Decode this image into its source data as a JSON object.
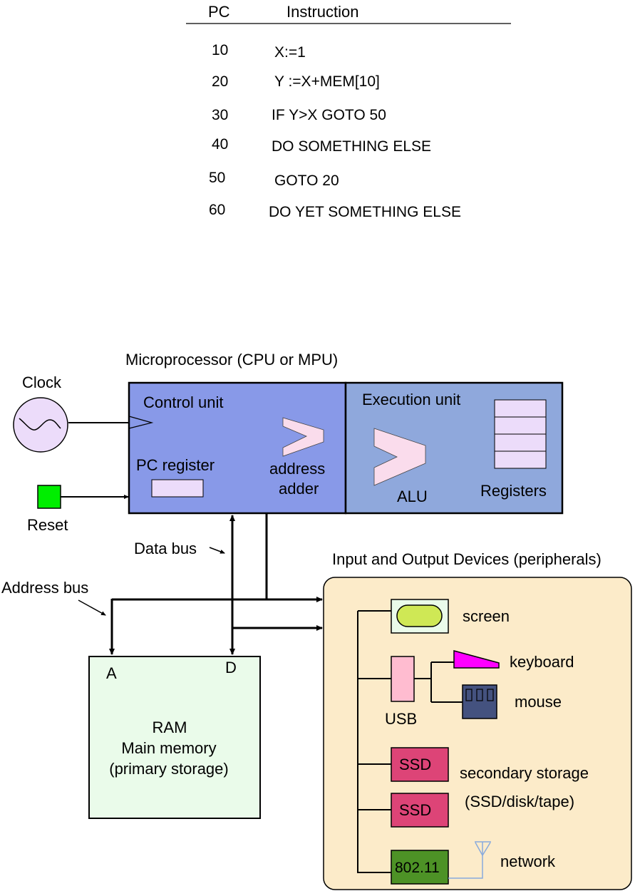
{
  "program_table": {
    "headers": {
      "pc": "PC",
      "instruction": "Instruction"
    },
    "rows": [
      {
        "pc": "10",
        "instruction": "X:=1"
      },
      {
        "pc": "20",
        "instruction": "Y :=X+MEM[10]"
      },
      {
        "pc": "30",
        "instruction": "IF Y>X GOTO 50"
      },
      {
        "pc": "40",
        "instruction": "DO SOMETHING ELSE"
      },
      {
        "pc": "50",
        "instruction": "GOTO 20"
      },
      {
        "pc": "60",
        "instruction": "DO YET SOMETHING ELSE"
      }
    ]
  },
  "cpu": {
    "title": "Microprocessor (CPU or MPU)",
    "control_unit": {
      "label": "Control unit",
      "pc_register_label": "PC register",
      "adder_label_line1": "address",
      "adder_label_line2": "adder"
    },
    "execution_unit": {
      "label": "Execution unit",
      "alu_label": "ALU",
      "registers_label": "Registers"
    }
  },
  "clock": {
    "label": "Clock"
  },
  "reset": {
    "label": "Reset"
  },
  "buses": {
    "data_bus_label": "Data bus",
    "address_bus_label": "Address bus"
  },
  "ram": {
    "address_port": "A",
    "data_port": "D",
    "line1": "RAM",
    "line2": "Main memory",
    "line3": "(primary storage)"
  },
  "peripherals": {
    "title": "Input and Output Devices (peripherals)",
    "screen_label": "screen",
    "usb_label": "USB",
    "keyboard_label": "keyboard",
    "mouse_label": "mouse",
    "ssd1_label": "SSD",
    "ssd2_label": "SSD",
    "storage_label_line1": "secondary storage",
    "storage_label_line2": "(SSD/disk/tape)",
    "wifi_label": "802.11",
    "network_label": "network"
  },
  "colors": {
    "control_unit": "#8899e8",
    "execution_unit": "#8fa8dc",
    "lavender": "#ecdcfa",
    "pink_shape": "#fadcec",
    "reset_green": "#00ee00",
    "ram_fill": "#eafbea",
    "peripherals_fill": "#fcebc9",
    "screen_fill": "#cfe855",
    "usb_fill": "#ffbcd0",
    "keyboard_fill": "#ff00ff",
    "mouse_fill": "#44527f",
    "ssd_fill": "#dd4477",
    "wifi_fill": "#4d9226",
    "antenna": "#88aadd"
  }
}
